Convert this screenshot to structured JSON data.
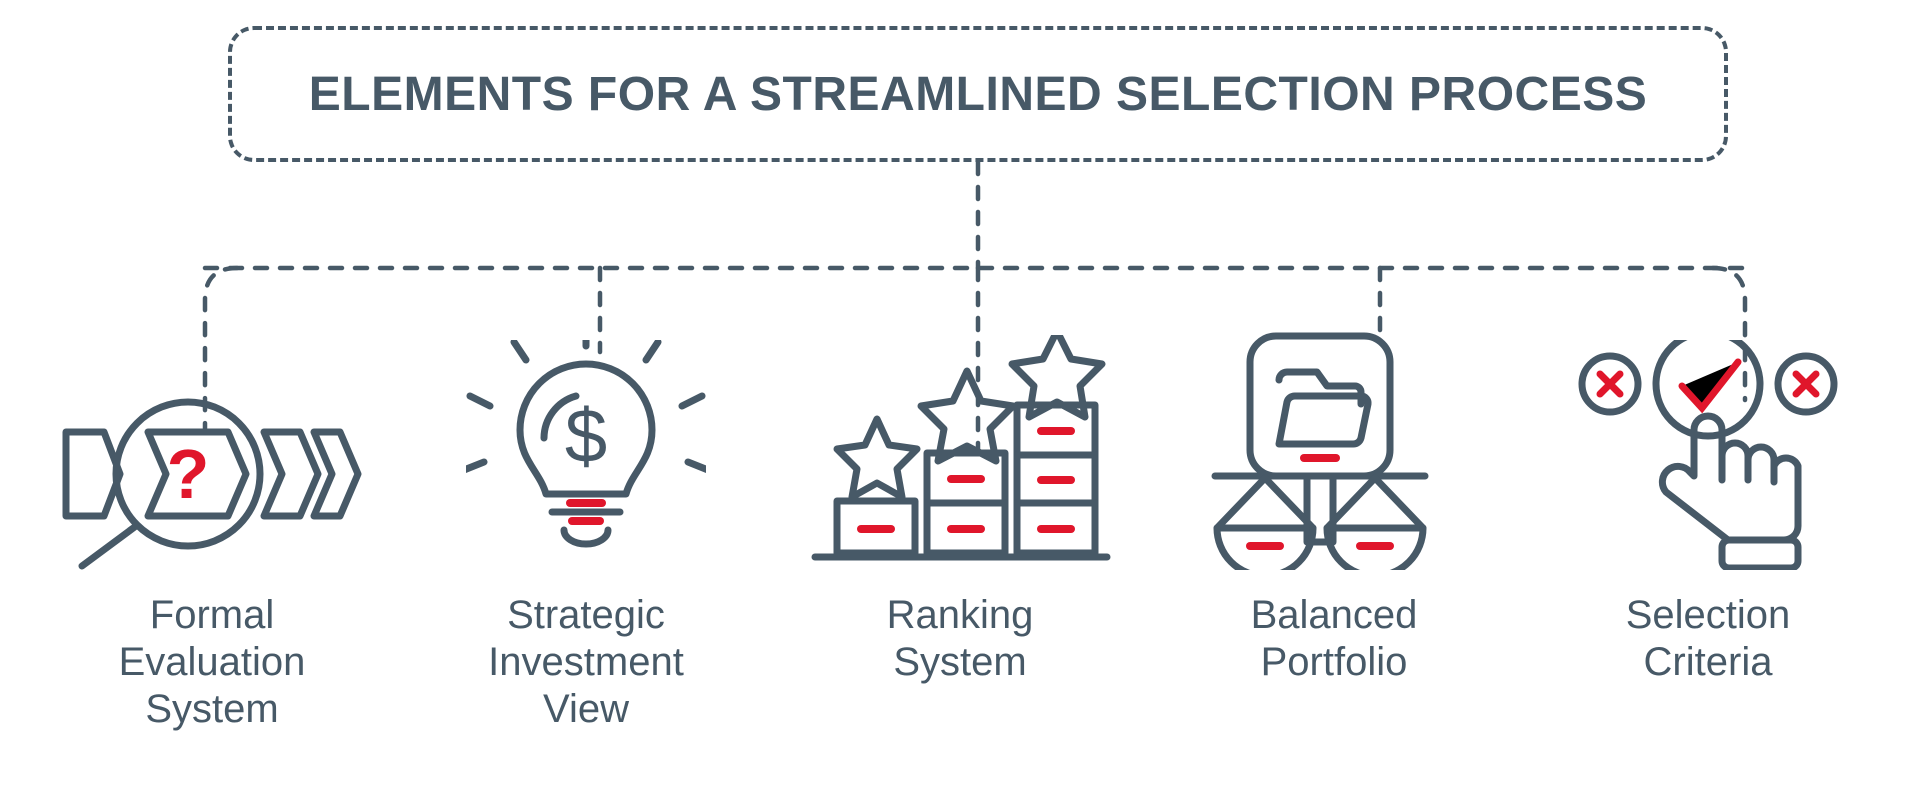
{
  "header": {
    "title": "Elements for a Streamlined Selection Process"
  },
  "theme": {
    "line_color": "#475967",
    "accent_color": "#E0162B",
    "background": "#FFFFFF",
    "connector_style": "dashed"
  },
  "nodes": [
    {
      "id": "formal-evaluation-system",
      "label": "Formal\nEvaluation\nSystem",
      "icon": "magnifier-question-chevrons-icon"
    },
    {
      "id": "strategic-investment-view",
      "label": "Strategic\nInvestment\nView",
      "icon": "lightbulb-dollar-icon"
    },
    {
      "id": "ranking-system",
      "label": "Ranking\nSystem",
      "icon": "ranking-bars-stars-icon"
    },
    {
      "id": "balanced-portfolio",
      "label": "Balanced\nPortfolio",
      "icon": "scales-folder-icon"
    },
    {
      "id": "selection-criteria",
      "label": "Selection\nCriteria",
      "icon": "hand-checkmark-crosses-icon"
    }
  ]
}
